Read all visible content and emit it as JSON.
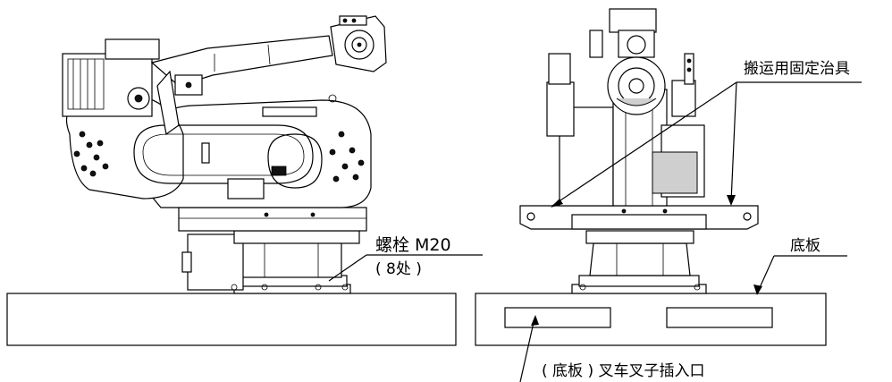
{
  "labels": {
    "bolt": "螺栓  M20",
    "bolt_count": "( 8处 )",
    "fixture": "搬运用固定治具",
    "base_plate": "底板",
    "forklift_slot": "( 底板 ) 叉车叉子插入口"
  }
}
